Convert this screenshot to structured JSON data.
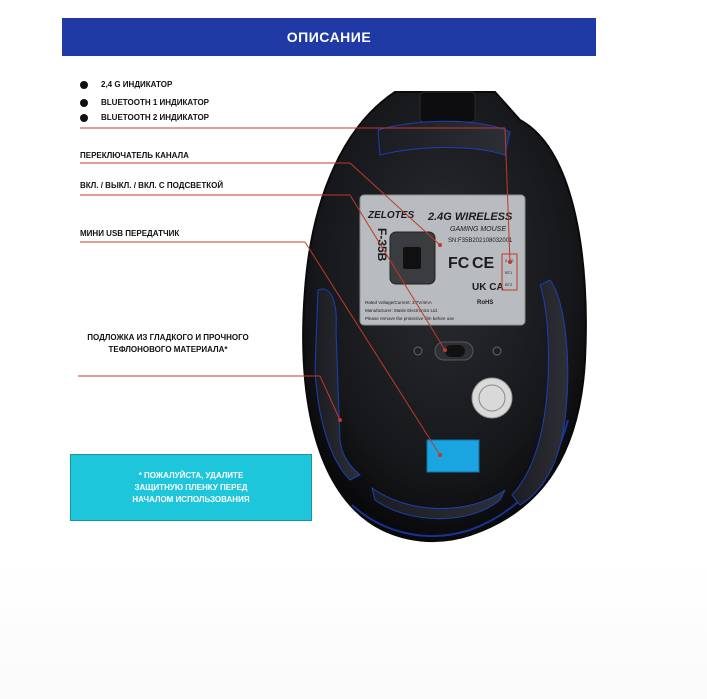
{
  "banner": {
    "title": "ОПИСАНИЕ"
  },
  "indicators": [
    "2,4 G ИНДИКАТОР",
    "BLUETOOTH 1 ИНДИКАТОР",
    "BLUETOOTH 2 ИНДИКАТОР"
  ],
  "callouts": {
    "channel_switch": "ПЕРЕКЛЮЧАТЕЛЬ КАНАЛА",
    "power_switch": "ВКЛ. / ВЫКЛ. / ВКЛ. С ПОДСВЕТКОЙ",
    "usb_receiver": "МИНИ USB ПЕРЕДАТЧИК",
    "pad_line1": "ПОДЛОЖКА ИЗ ГЛАДКОГО И ПРОЧНОГО",
    "pad_line2": "ТЕФЛОНОВОГО МАТЕРИАЛА*"
  },
  "note": {
    "line1": "* ПОЖАЛУЙСТА, УДАЛИТЕ",
    "line2": "ЗАЩИТНУЮ ПЛЕНКУ ПЕРЕД",
    "line3": "НАЧАЛОМ ИСПОЛЬЗОВАНИЯ"
  },
  "label_sticker": {
    "brand": "ZELOTES",
    "wireless": "2.4G WIRELESS",
    "gaming": "GAMING MOUSE",
    "serial": "SN:F35B202108032001",
    "model": "F-35B",
    "rating": "Rated Voltage/Current: 3.7V/4mA",
    "manufacturer": "Manufacturer: Masle Electronics Ltd.",
    "warning": "Please remove the protective film before use",
    "led1": "2.4G",
    "led2": "BT1",
    "led3": "BT2",
    "fc": "FC",
    "ce": "CE",
    "ukca": "UK CA",
    "rohs": "RoHS"
  },
  "colors": {
    "banner": "#1f3aa5",
    "note": "#1ec6dc",
    "callout_line": "#c0392b",
    "sensor_pad": "#1aa4e0"
  }
}
